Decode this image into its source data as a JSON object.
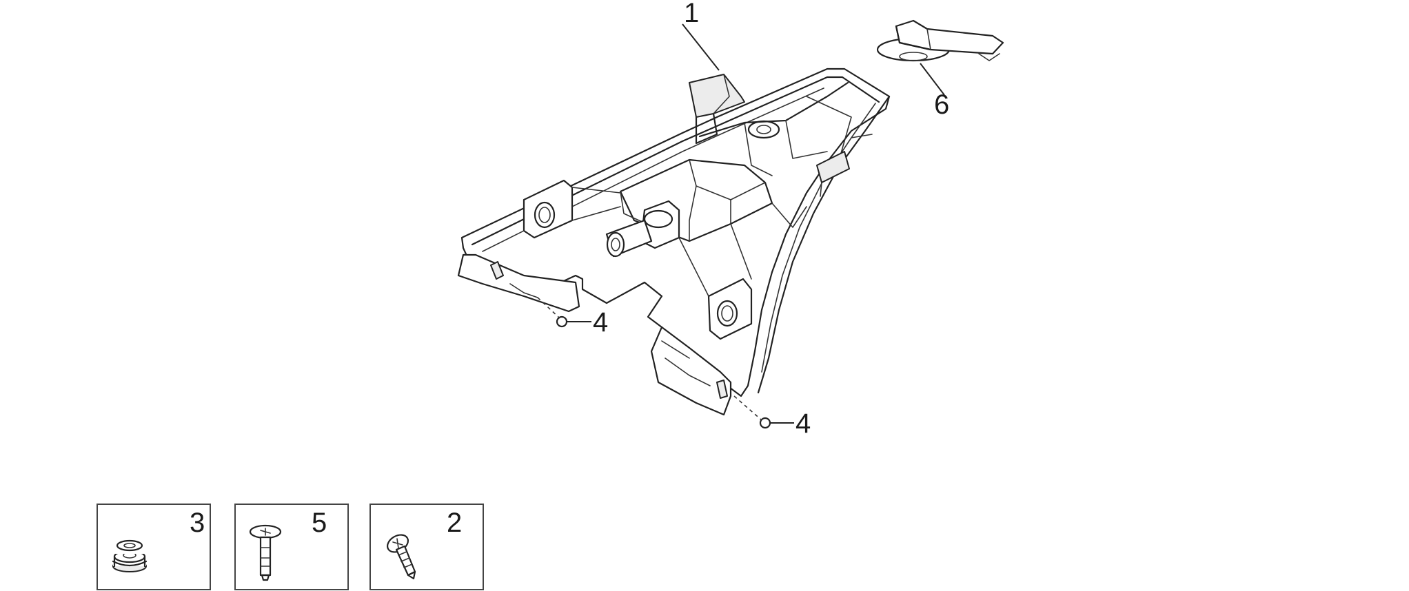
{
  "callouts": {
    "part_1": "1",
    "part_2": "2",
    "part_3": "3",
    "part_4a": "4",
    "part_4b": "4",
    "part_5": "5",
    "part_6": "6"
  },
  "icons": {
    "main_part": "rear-mudguard-bracket-icon",
    "cap": "rubber-cap-icon",
    "grommet": "grommet-icon",
    "bolt": "flanged-bolt-icon",
    "screw": "self-tapping-screw-icon",
    "nut": "clip-nut-icon"
  }
}
